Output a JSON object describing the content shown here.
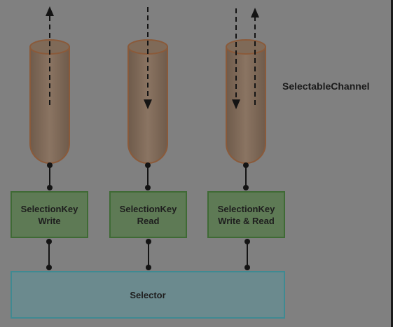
{
  "channel_label": "SelectableChannel",
  "keys": [
    {
      "line1": "SelectionKey",
      "line2": "Write"
    },
    {
      "line1": "SelectionKey",
      "line2": "Read"
    },
    {
      "line1": "SelectionKey",
      "line2": "Write & Read"
    }
  ],
  "selector_label": "Selector",
  "colors": {
    "background": "#808080",
    "channel_fill": "#7d6a5a",
    "channel_stroke": "#8a5a3a",
    "key_fill": "#5e7a55",
    "key_stroke": "#3f6a35",
    "selector_fill": "#6b8a8e",
    "selector_stroke": "#3f8a92"
  }
}
